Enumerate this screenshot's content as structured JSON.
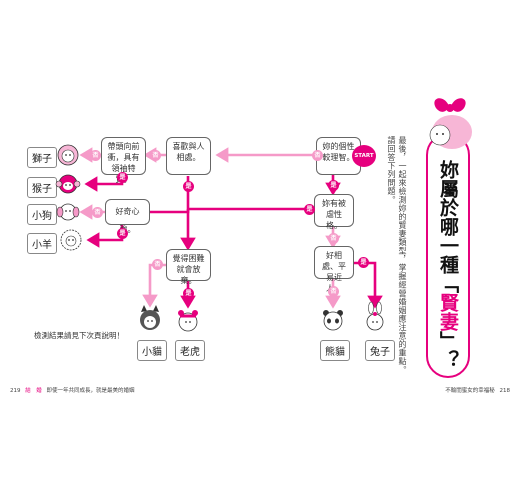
{
  "title": {
    "main": "妳屬於哪一種",
    "highlight": "賢妻",
    "open_bracket": "「",
    "close_bracket": "」",
    "question": "？"
  },
  "intro_text": [
    "最後，一起來檢測妳的賢妻類型，掌握經營婚姻應注意的重點。請回答下列問題。"
  ],
  "start_label": "START",
  "boxes": {
    "q1": "妳的個性較理智。",
    "q2": "妳有被虐性格。",
    "q3": "好相處、平易近人。",
    "q4": "喜歡與人相處。",
    "q5": "帶頭向前衝，具有領袖特質。",
    "q6": "好奇心強。",
    "q7": "覺得困難就會放棄。"
  },
  "yes_tag": "是",
  "no_tag": "否",
  "results": {
    "lion": "獅子",
    "monkey": "猴子",
    "dog": "小狗",
    "sheep": "小羊",
    "cat": "小貓",
    "tiger": "老虎",
    "panda": "熊貓",
    "rabbit": "兔子"
  },
  "note": "檢測結果請見下次頁說明！",
  "footer": {
    "left_page": "219",
    "left_tag": "結　婚",
    "left_text": "即使一年共同成長，就是最美的婚姻",
    "right_text": "不輸閨蜜女的幸福秘",
    "right_highlight": "秘",
    "right_page": "218"
  },
  "colors": {
    "magenta": "#e6007e",
    "pink": "#f59ac8",
    "frame_pink": "#e6007e"
  }
}
